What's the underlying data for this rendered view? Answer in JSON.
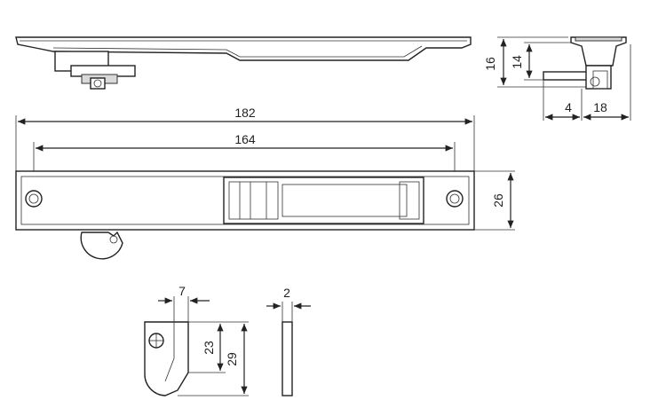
{
  "dimensions": {
    "overall_length": "182",
    "hole_spacing": "164",
    "width": "26",
    "side_height_total": "16",
    "side_height_partial": "14",
    "side_offset": "4",
    "side_depth": "18",
    "hook_width": "7",
    "hook_height_inner": "23",
    "hook_height_total": "29",
    "plate_thickness": "2"
  },
  "colors": {
    "line": "#222222",
    "fill_grey": "#d9d9d9",
    "background": "#ffffff"
  }
}
